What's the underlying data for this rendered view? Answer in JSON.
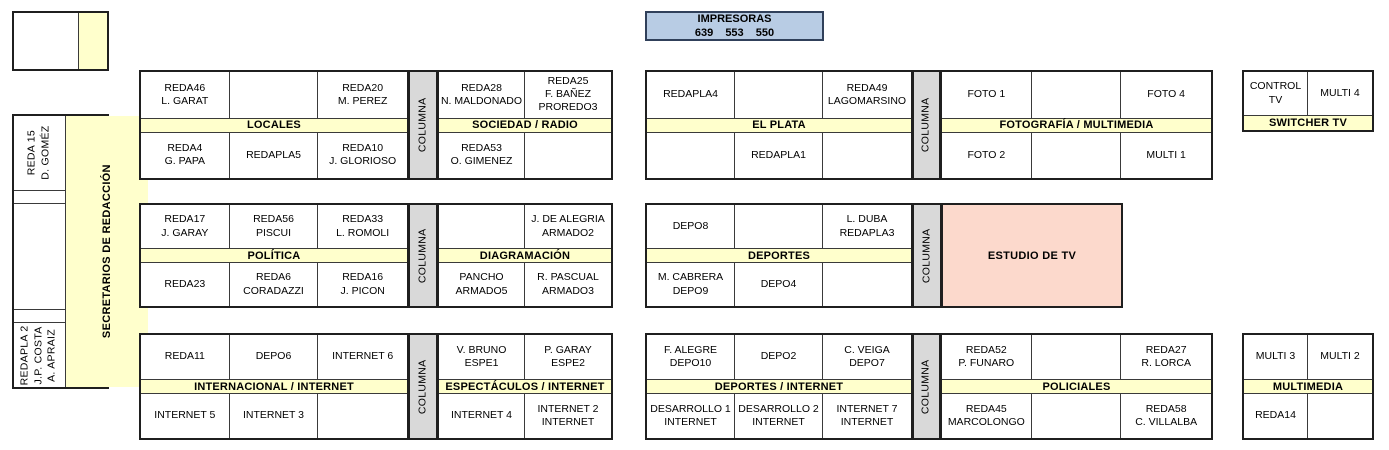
{
  "colors": {
    "yellow": "#ffffcc",
    "gray": "#d9d9d9",
    "blue": "#b8cce4",
    "pink": "#fcd9cc",
    "border": "#1f1f1f"
  },
  "labels": {
    "columna": "COLUMNA",
    "estudio": "ESTUDIO DE TV",
    "secretarios": "SECRETARIOS DE REDACCIÓN"
  },
  "printer_box": {
    "title": "IMPRESORAS",
    "numbers": "639 553 550"
  },
  "left_desks": {
    "top": "REDA 15\nD. GOMÉZ",
    "bottom": "REDAPLA 2\nJ.P. COSTA\nA. APRAIZ"
  },
  "tables": {
    "locales": {
      "header": "LOCALES",
      "top": [
        "REDA46\nL. GARAT",
        "",
        "REDA20\nM. PEREZ"
      ],
      "bottom": [
        "REDA4\nG. PAPA",
        "REDAPLA5",
        "REDA10\nJ. GLORIOSO"
      ]
    },
    "sociedad": {
      "header": "SOCIEDAD / RADIO",
      "top": [
        "REDA28\nN. MALDONADO",
        "REDA25\nF. BAÑEZ\nPROREDO3"
      ],
      "bottom": [
        "REDA53\nO. GIMENEZ",
        ""
      ]
    },
    "elplata": {
      "header": "EL PLATA",
      "top": [
        "REDAPLA4",
        "",
        "REDA49\nLAGOMARSINO"
      ],
      "bottom": [
        "",
        "REDAPLA1",
        ""
      ]
    },
    "fotografia": {
      "header": "FOTOGRAFÍA / MULTIMEDIA",
      "top": [
        "FOTO 1",
        "",
        "FOTO 4"
      ],
      "bottom": [
        "FOTO 2",
        "",
        "MULTI 1"
      ]
    },
    "switcher": {
      "header": "SWITCHER TV",
      "top": [
        "CONTROL TV",
        "MULTI 4"
      ],
      "bottom": null
    },
    "politica": {
      "header": "POLÍTICA",
      "top": [
        "REDA17\nJ. GARAY",
        "REDA56\nPISCUI",
        "REDA33\nL. ROMOLI"
      ],
      "bottom": [
        "REDA23",
        "REDA6\nCORADAZZI",
        "REDA16\nJ. PICON"
      ]
    },
    "diagramacion": {
      "header": "DIAGRAMACIÓN",
      "top": [
        "",
        "J. DE ALEGRIA\nARMADO2"
      ],
      "bottom": [
        "PANCHO\nARMADO5",
        "R. PASCUAL\nARMADO3"
      ]
    },
    "deportes": {
      "header": "DEPORTES",
      "top": [
        "DEPO8",
        "",
        "L. DUBA\nREDAPLA3"
      ],
      "bottom": [
        "M. CABRERA\nDEPO9",
        "DEPO4",
        ""
      ]
    },
    "internacional": {
      "header": "INTERNACIONAL / INTERNET",
      "top": [
        "REDA11",
        "DEPO6",
        "INTERNET 6"
      ],
      "bottom": [
        "INTERNET 5",
        "INTERNET 3",
        ""
      ]
    },
    "espectaculos": {
      "header": "ESPECTÁCULOS / INTERNET",
      "top": [
        "V. BRUNO\nESPE1",
        "P. GARAY\nESPE2"
      ],
      "bottom": [
        "INTERNET 4",
        "INTERNET 2\nINTERNET"
      ]
    },
    "depinternet": {
      "header": "DEPORTES / INTERNET",
      "top": [
        "F. ALEGRE\nDEPO10",
        "DEPO2",
        "C. VEIGA\nDEPO7"
      ],
      "bottom": [
        "DESARROLLO 1\nINTERNET",
        "DESARROLLO 2\nINTERNET",
        "INTERNET 7\nINTERNET"
      ]
    },
    "policiales": {
      "header": "POLICIALES",
      "top": [
        "REDA52\nP. FUNARO",
        "",
        "REDA27\nR. LORCA"
      ],
      "bottom": [
        "REDA45\nMARCOLONGO",
        "",
        "REDA58\nC. VILLALBA"
      ]
    },
    "multimedia": {
      "header": "MULTIMEDIA",
      "top": [
        "MULTI 3",
        "MULTI 2"
      ],
      "bottom": [
        "REDA14",
        ""
      ]
    }
  }
}
